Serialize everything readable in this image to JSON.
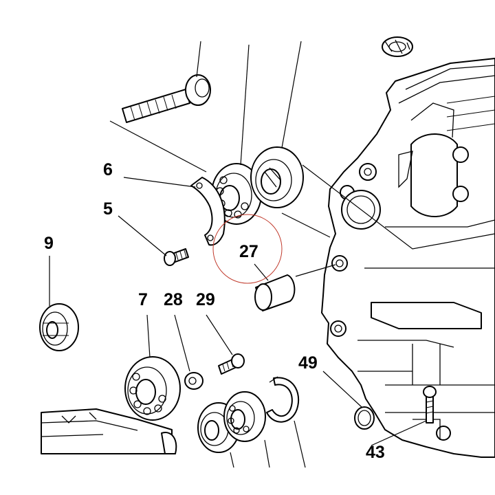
{
  "callouts": {
    "c6": "6",
    "c5": "5",
    "c9": "9",
    "c27": "27",
    "c7": "7",
    "c28": "28",
    "c29": "29",
    "c49": "49",
    "c43": "43"
  },
  "colors": {
    "line": "#000000",
    "highlight": "#c0392b",
    "background": "#ffffff"
  }
}
